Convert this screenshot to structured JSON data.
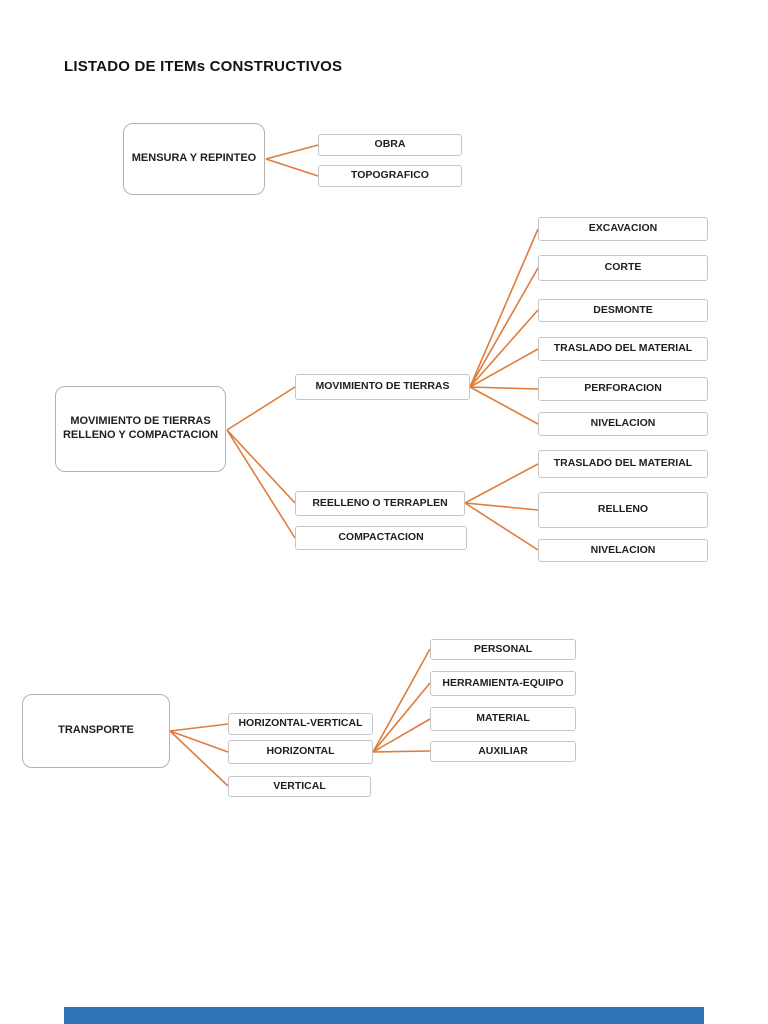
{
  "title": "LISTADO DE ITEMs CONSTRUCTIVOS",
  "colors": {
    "connector": "#E07C3A",
    "node_border": "#C6C6C6",
    "root_border": "#B3B3B3",
    "text": "#1F1F1F",
    "next_page_bar": "#2E74B5"
  },
  "trees": {
    "mensura": {
      "root": "MENSURA Y REPINTEO",
      "children": [
        "OBRA",
        "TOPOGRAFICO"
      ]
    },
    "movimiento": {
      "root_line1": "MOVIMIENTO DE TIERRAS",
      "root_line2": "RELLENO Y COMPACTACION",
      "branches": [
        {
          "label": "MOVIMIENTO DE TIERRAS",
          "children": [
            "EXCAVACION",
            "CORTE",
            "DESMONTE",
            "TRASLADO DEL MATERIAL",
            "PERFORACION",
            "NIVELACION"
          ]
        },
        {
          "label": "REELLENO O TERRAPLEN",
          "children": [
            "TRASLADO DEL MATERIAL",
            "RELLENO",
            "NIVELACION"
          ]
        },
        {
          "label": "COMPACTACION",
          "children": []
        }
      ]
    },
    "transporte": {
      "root": "TRANSPORTE",
      "branches": [
        {
          "label": "HORIZONTAL-VERTICAL",
          "children": []
        },
        {
          "label": "HORIZONTAL",
          "children": [
            "PERSONAL",
            "HERRAMIENTA-EQUIPO",
            "MATERIAL",
            "AUXILIAR"
          ]
        },
        {
          "label": "VERTICAL",
          "children": []
        }
      ]
    }
  }
}
